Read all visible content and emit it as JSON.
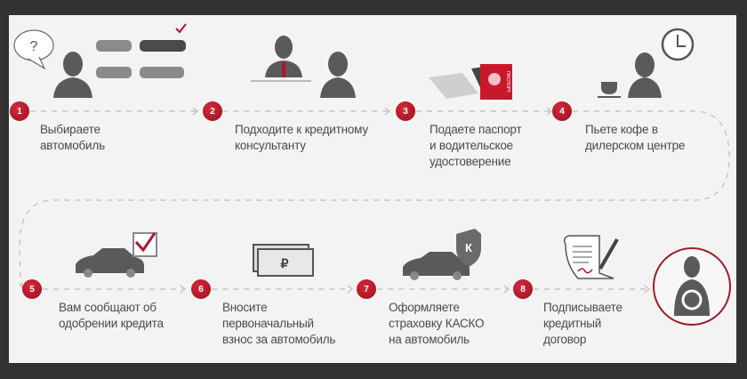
{
  "colors": {
    "accent": "#b3162a",
    "icon_gray": "#5a5a5a",
    "background": "#f4f3f3",
    "frame": "#323232"
  },
  "steps": [
    {
      "number": "1",
      "text": "Выбираете\nавтомобиль",
      "icon": "person-choosing-car-icon"
    },
    {
      "number": "2",
      "text": "Подходите к кредитному\nконсультанту",
      "icon": "consultant-icon"
    },
    {
      "number": "3",
      "text": "Подаете паспорт\nи водительское\nудостоверение",
      "icon": "passport-icon"
    },
    {
      "number": "4",
      "text": "Пьете кофе в\nдилерском центре",
      "icon": "coffee-clock-icon"
    },
    {
      "number": "5",
      "text": "Вам сообщают об\nодобрении кредита",
      "icon": "car-approved-icon"
    },
    {
      "number": "6",
      "text": "Вносите\nпервоначальный\nвзнос за автомобиль",
      "icon": "ruble-banknotes-icon"
    },
    {
      "number": "7",
      "text": "Оформляете\nстраховку КАСКО\nна автомобиль",
      "icon": "car-insurance-shield-icon"
    },
    {
      "number": "8",
      "text": "Подписываете\nкредитный\nдоговор",
      "icon": "contract-sign-icon"
    }
  ],
  "final_icon": "driver-at-wheel-icon",
  "icon_glyphs": {
    "question": "?",
    "ruble": "₽",
    "kasko": "К",
    "passport": "ПАСПОРТ"
  }
}
